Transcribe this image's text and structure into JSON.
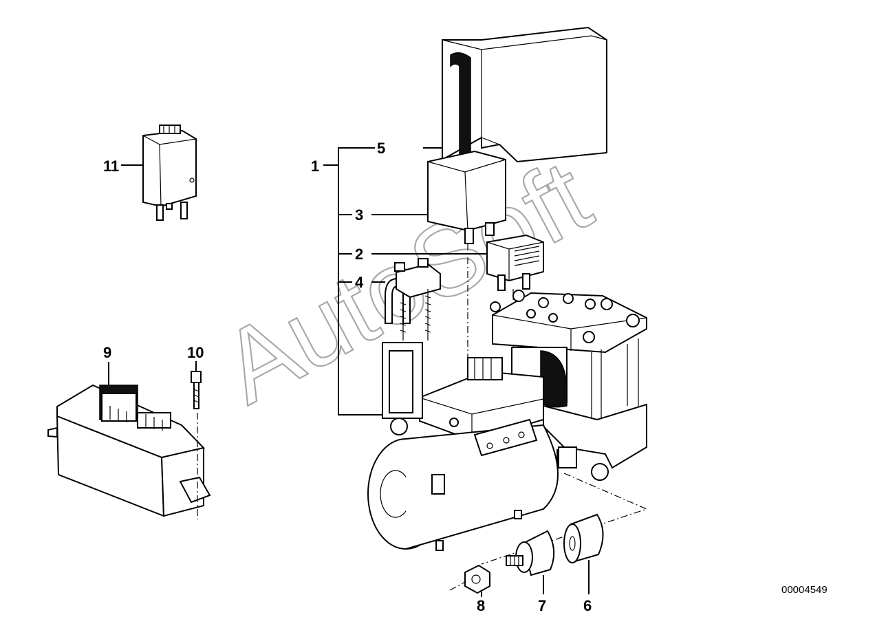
{
  "diagram": {
    "callouts": {
      "c1": "1",
      "c2": "2",
      "c3": "3",
      "c4": "4",
      "c5": "5",
      "c6": "6",
      "c7": "7",
      "c8": "8",
      "c9": "9",
      "c10": "10",
      "c11": "11"
    },
    "catalog_number": "00004549",
    "watermark": "AutoSoft"
  }
}
